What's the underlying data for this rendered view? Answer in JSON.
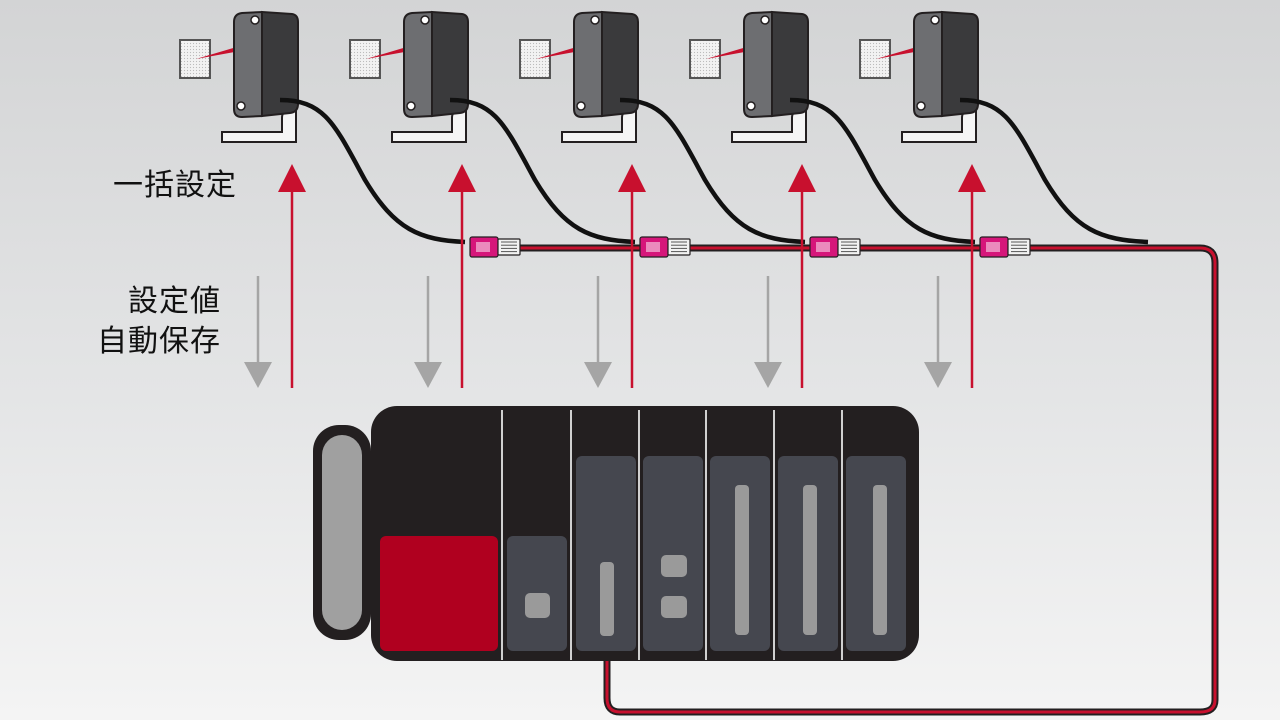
{
  "labels": {
    "batch_setting": "一括設定",
    "auto_save_line1": "設定値",
    "auto_save_line2": "自動保存"
  },
  "colors": {
    "red_arrow": "#c8102e",
    "gray_arrow": "#a5a5a5",
    "cable_red": "#c8102e",
    "connector": "#d6167a",
    "plc_body": "#231f20",
    "plc_module": "#45474f",
    "plc_red_module": "#b0001f"
  },
  "icons": {
    "sensor": "laser-sensor-icon",
    "connector": "rj45-connector-icon",
    "plc": "plc-rack-icon"
  },
  "sensor_count": 5
}
